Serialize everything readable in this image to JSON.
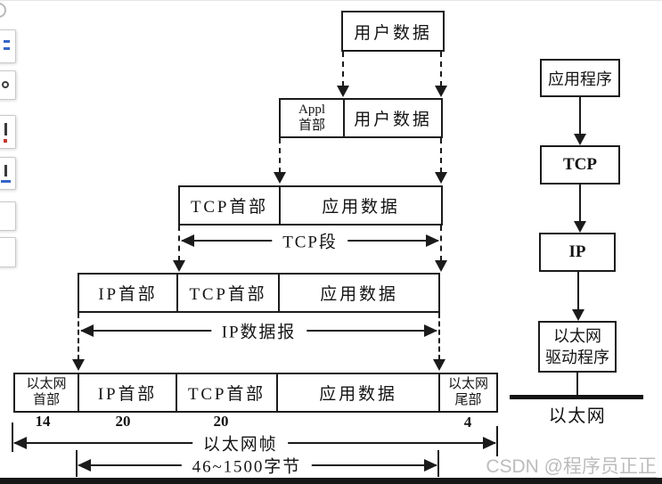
{
  "page": {
    "watermark_prefix": "CSDN @程序员",
    "watermark_suffix": "正正"
  },
  "encapsulation": {
    "row1": {
      "user_data": "用户数据"
    },
    "row2": {
      "appl_header": "Appl\n首部",
      "user_data": "用户数据"
    },
    "row3": {
      "tcp_header": "TCP首部",
      "app_data": "应用数据"
    },
    "row4": {
      "ip_header": "IP首部",
      "tcp_header": "TCP首部",
      "app_data": "应用数据"
    },
    "row5": {
      "eth_header": "以太网\n首部",
      "ip_header": "IP首部",
      "tcp_header": "TCP首部",
      "app_data": "应用数据",
      "eth_trailer": "以太网\n尾部"
    },
    "sizes": {
      "eth_header": "14",
      "ip_header": "20",
      "tcp_header": "20",
      "eth_trailer": "4"
    },
    "measures": {
      "tcp_segment": "TCP段",
      "ip_datagram": "IP数据报",
      "eth_frame": "以太网帧",
      "payload_range": "46~1500字节"
    }
  },
  "protocol_stack": {
    "application": "应用程序",
    "tcp": "TCP",
    "ip": "IP",
    "ethernet_driver": "以太网\n驱动程序",
    "ethernet": "以太网"
  },
  "left_toolbar": {
    "buttons": [
      {
        "icon": "blue-marks-fragment-icon"
      },
      {
        "icon": "ring-fragment-icon"
      },
      {
        "icon": "red-dot-fragment-icon"
      },
      {
        "icon": "blue-underline-fragment-icon"
      },
      {
        "icon": "blank-fragment-icon"
      },
      {
        "icon": "blank-fragment-icon"
      }
    ]
  }
}
